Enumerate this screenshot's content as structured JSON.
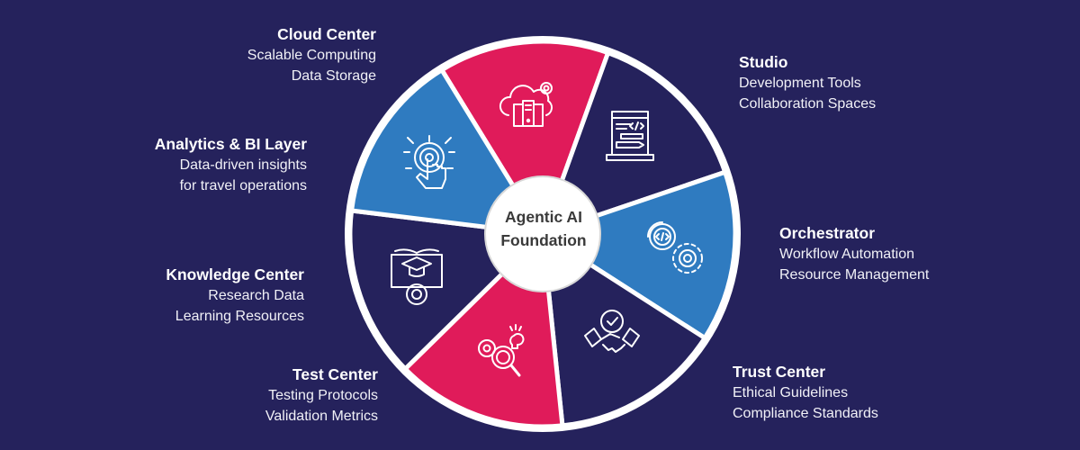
{
  "center": {
    "line1": "Agentic AI",
    "line2": "Foundation"
  },
  "colors": {
    "background": "#25225c",
    "red": "#e01b5a",
    "blue": "#2f7bc0",
    "navy": "#25225c",
    "border": "#ffffff"
  },
  "segments": [
    {
      "id": "cloud-center",
      "title": "Cloud Center",
      "lines": [
        "Scalable Computing",
        "Data Storage"
      ],
      "color": "red",
      "icon": "cloud-server-icon"
    },
    {
      "id": "studio",
      "title": "Studio",
      "lines": [
        "Development Tools",
        "Collaboration Spaces"
      ],
      "color": "navy",
      "icon": "laptop-code-icon"
    },
    {
      "id": "orchestrator",
      "title": "Orchestrator",
      "lines": [
        "Workflow Automation",
        "Resource Management"
      ],
      "color": "blue",
      "icon": "code-gear-cycle-icon"
    },
    {
      "id": "trust-center",
      "title": "Trust Center",
      "lines": [
        "Ethical Guidelines",
        "Compliance Standards"
      ],
      "color": "navy",
      "icon": "handshake-check-icon"
    },
    {
      "id": "test-center",
      "title": "Test Center",
      "lines": [
        "Testing Protocols",
        "Validation Metrics"
      ],
      "color": "red",
      "icon": "gear-magnifier-icon"
    },
    {
      "id": "knowledge-center",
      "title": "Knowledge Center",
      "lines": [
        "Research Data",
        "Learning Resources"
      ],
      "color": "navy",
      "icon": "book-graduation-gear-icon"
    },
    {
      "id": "analytics-bi-layer",
      "title": "Analytics & BI Layer",
      "lines": [
        "Data-driven insights",
        "for travel operations"
      ],
      "color": "blue",
      "icon": "touch-circuit-icon"
    }
  ]
}
